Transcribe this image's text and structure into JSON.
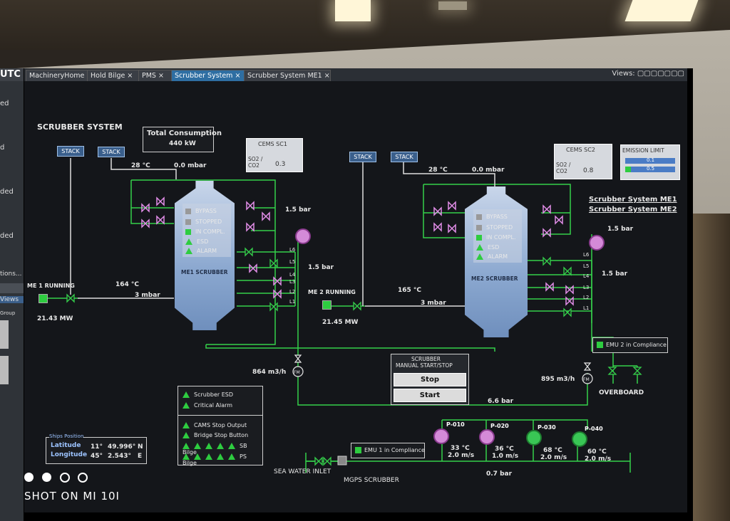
{
  "left_panel": {
    "utc": "UTC",
    "fragments": [
      "ed",
      "d",
      "ded",
      "ded",
      "tions...",
      "Views",
      "Group"
    ]
  },
  "tabs": [
    {
      "label": "MachineryHome"
    },
    {
      "label": "Hold Bilge ×"
    },
    {
      "label": "PMS ×"
    },
    {
      "label": "Scrubber System ×",
      "active": true
    },
    {
      "label": "Scrubber System ME1 ×"
    }
  ],
  "views_label": "Views:",
  "title": "SCRUBBER SYSTEM",
  "total_consumption": {
    "label": "Total Consumption",
    "value": "440 kW"
  },
  "stack_label": "STACK",
  "me1": {
    "temp": "28 °C",
    "pressure": "0.0 mbar",
    "cems_title": "CEMS SC1",
    "cems_ratio": "SO2 / CO2",
    "cems_value": "0.3",
    "pressure_top": "1.5 bar",
    "pressure_mid": "1.5 bar",
    "running": "ME 1 RUNNING",
    "power": "21.43 MW",
    "gas_temp": "164 °C",
    "gas_pressure": "3 mbar",
    "name": "ME1 SCRUBBER",
    "flow": "864 m3/h"
  },
  "me2": {
    "temp": "28 °C",
    "pressure": "0.0 mbar",
    "cems_title": "CEMS SC2",
    "cems_ratio": "SO2 / CO2",
    "cems_value": "0.8",
    "pressure_top": "1.5 bar",
    "pressure_mid": "1.5 bar",
    "running": "ME 2 RUNNING",
    "power": "21.45 MW",
    "gas_temp": "165 °C",
    "gas_pressure": "3 mbar",
    "name": "ME2 SCRUBBER",
    "flow": "895 m3/h"
  },
  "status_items": [
    "BYPASS",
    "STOPPED",
    "IN COMPL.",
    "ESD",
    "ALARM"
  ],
  "levels": [
    "L6",
    "L5",
    "L4",
    "L3",
    "L2",
    "L1"
  ],
  "emission_limit": {
    "title": "EMISSION LIMIT",
    "v1": "0.1",
    "v2": "0.5"
  },
  "links": [
    "Scrubber System ME1",
    "Scrubber System ME2"
  ],
  "emu2": "EMU 2 in Compliance",
  "emu1": "EMU 1 in Compliance",
  "overboard": "OVERBOARD",
  "manual": {
    "title1": "SCRUBBER",
    "title2": "MANUAL START/STOP",
    "stop": "Stop",
    "start": "Start"
  },
  "header_pressure": "6.6 bar",
  "pumps": [
    {
      "id": "P-010",
      "temp": "33 °C",
      "flow": "2.0 m/s"
    },
    {
      "id": "P-020",
      "temp": "36 °C",
      "flow": "1.0 m/s"
    },
    {
      "id": "P-030",
      "temp": "68 °C",
      "flow": "2.0 m/s"
    },
    {
      "id": "P-040",
      "temp": "60 °C",
      "flow": "2.0 m/s"
    }
  ],
  "bottom_pressure": "0.7 bar",
  "sea_water_inlet": "SEA WATER INLET",
  "mgps": "MGPS SCRUBBER",
  "legend": {
    "row1": [
      "Scrubber ESD",
      "Critical Alarm"
    ],
    "row2": [
      "CAMS Stop Output",
      "Bridge Stop Button",
      "SB Bilge",
      "PS Bilge"
    ]
  },
  "ships_position": {
    "title": "Ships Position",
    "lat_label": "Latitude",
    "lat_deg": "11°",
    "lat_min": "49.996°",
    "lat_hem": "N",
    "lon_label": "Longitude",
    "lon_deg": "45°",
    "lon_min": "2.543°",
    "lon_hem": "E"
  },
  "watermark": "SHOT ON MI 10I"
}
